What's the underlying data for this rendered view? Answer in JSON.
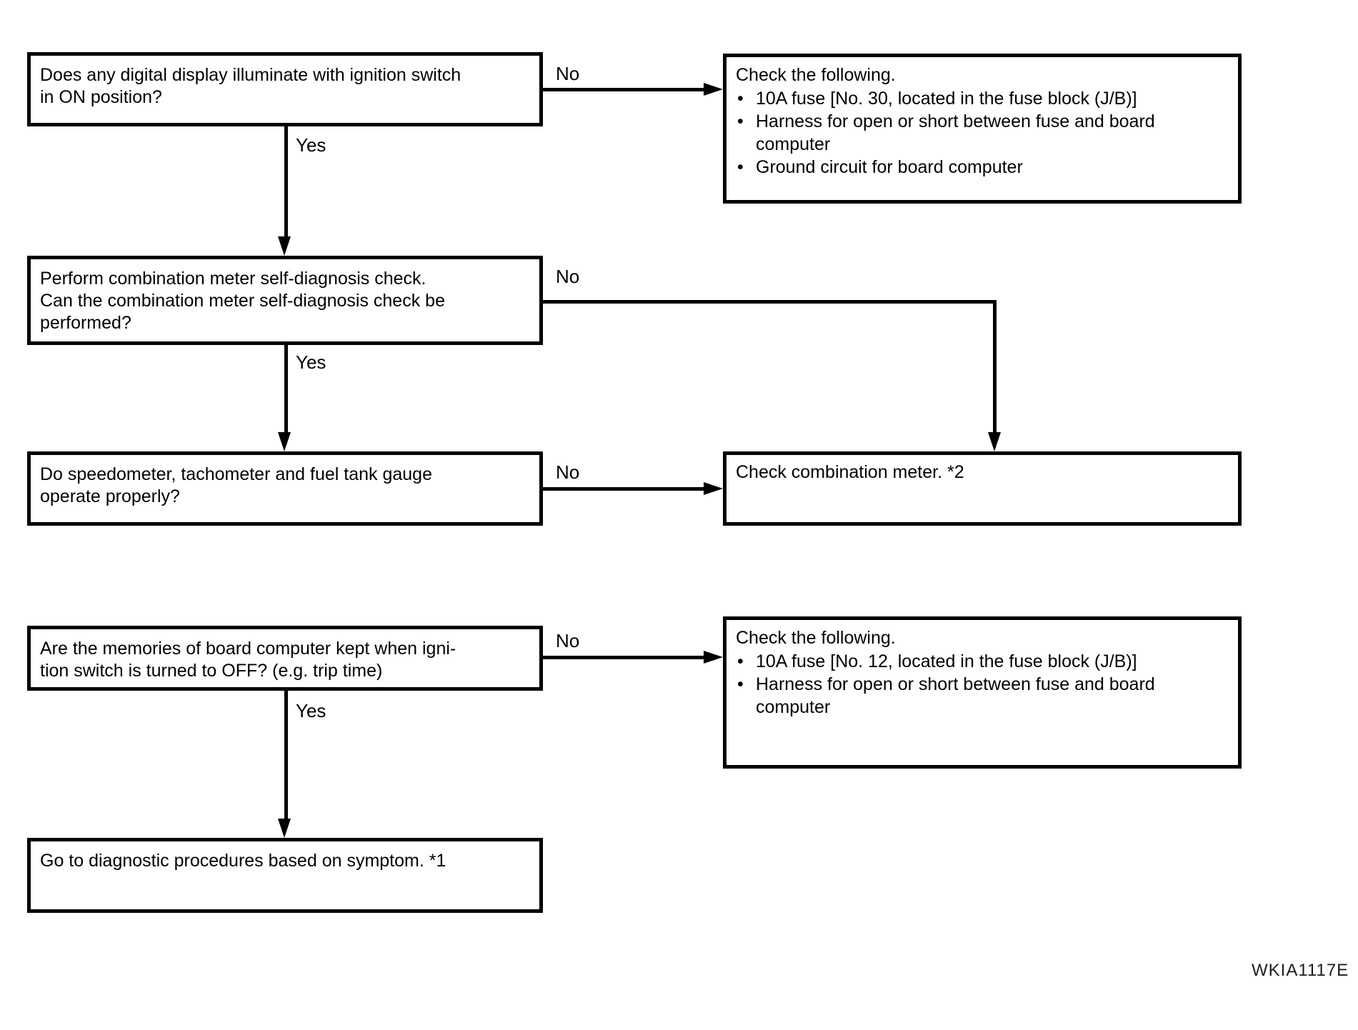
{
  "figure_code": "WKIA1117E",
  "glyphs": {
    "bullet": "•"
  },
  "labels": {
    "yes": "Yes",
    "no": "No"
  },
  "nodes": {
    "q1": {
      "lines": [
        "Does any digital display illuminate with ignition switch",
        "in ON position?"
      ]
    },
    "a1": {
      "title": "Check the following.",
      "bullets": [
        "10A fuse [No. 30, located in the fuse block (J/B)]",
        "Harness for open or short between fuse and board computer",
        "Ground circuit for board computer"
      ]
    },
    "q2": {
      "lines": [
        "Perform combination meter self-diagnosis check.",
        "Can the combination meter self-diagnosis check be",
        "performed?"
      ]
    },
    "q3": {
      "lines": [
        "Do speedometer, tachometer and fuel tank gauge",
        "operate properly?"
      ]
    },
    "a2": {
      "text": "Check combination meter. *2"
    },
    "q4": {
      "lines": [
        "Are the memories of board computer kept when igni-",
        "tion switch is turned to OFF? (e.g. trip time)"
      ]
    },
    "a3": {
      "title": "Check the following.",
      "bullets": [
        "10A fuse [No. 12, located in the fuse block (J/B)]",
        "Harness for open or short between fuse and board computer"
      ]
    },
    "end": {
      "text": "Go to diagnostic procedures based on symptom. *1"
    }
  }
}
